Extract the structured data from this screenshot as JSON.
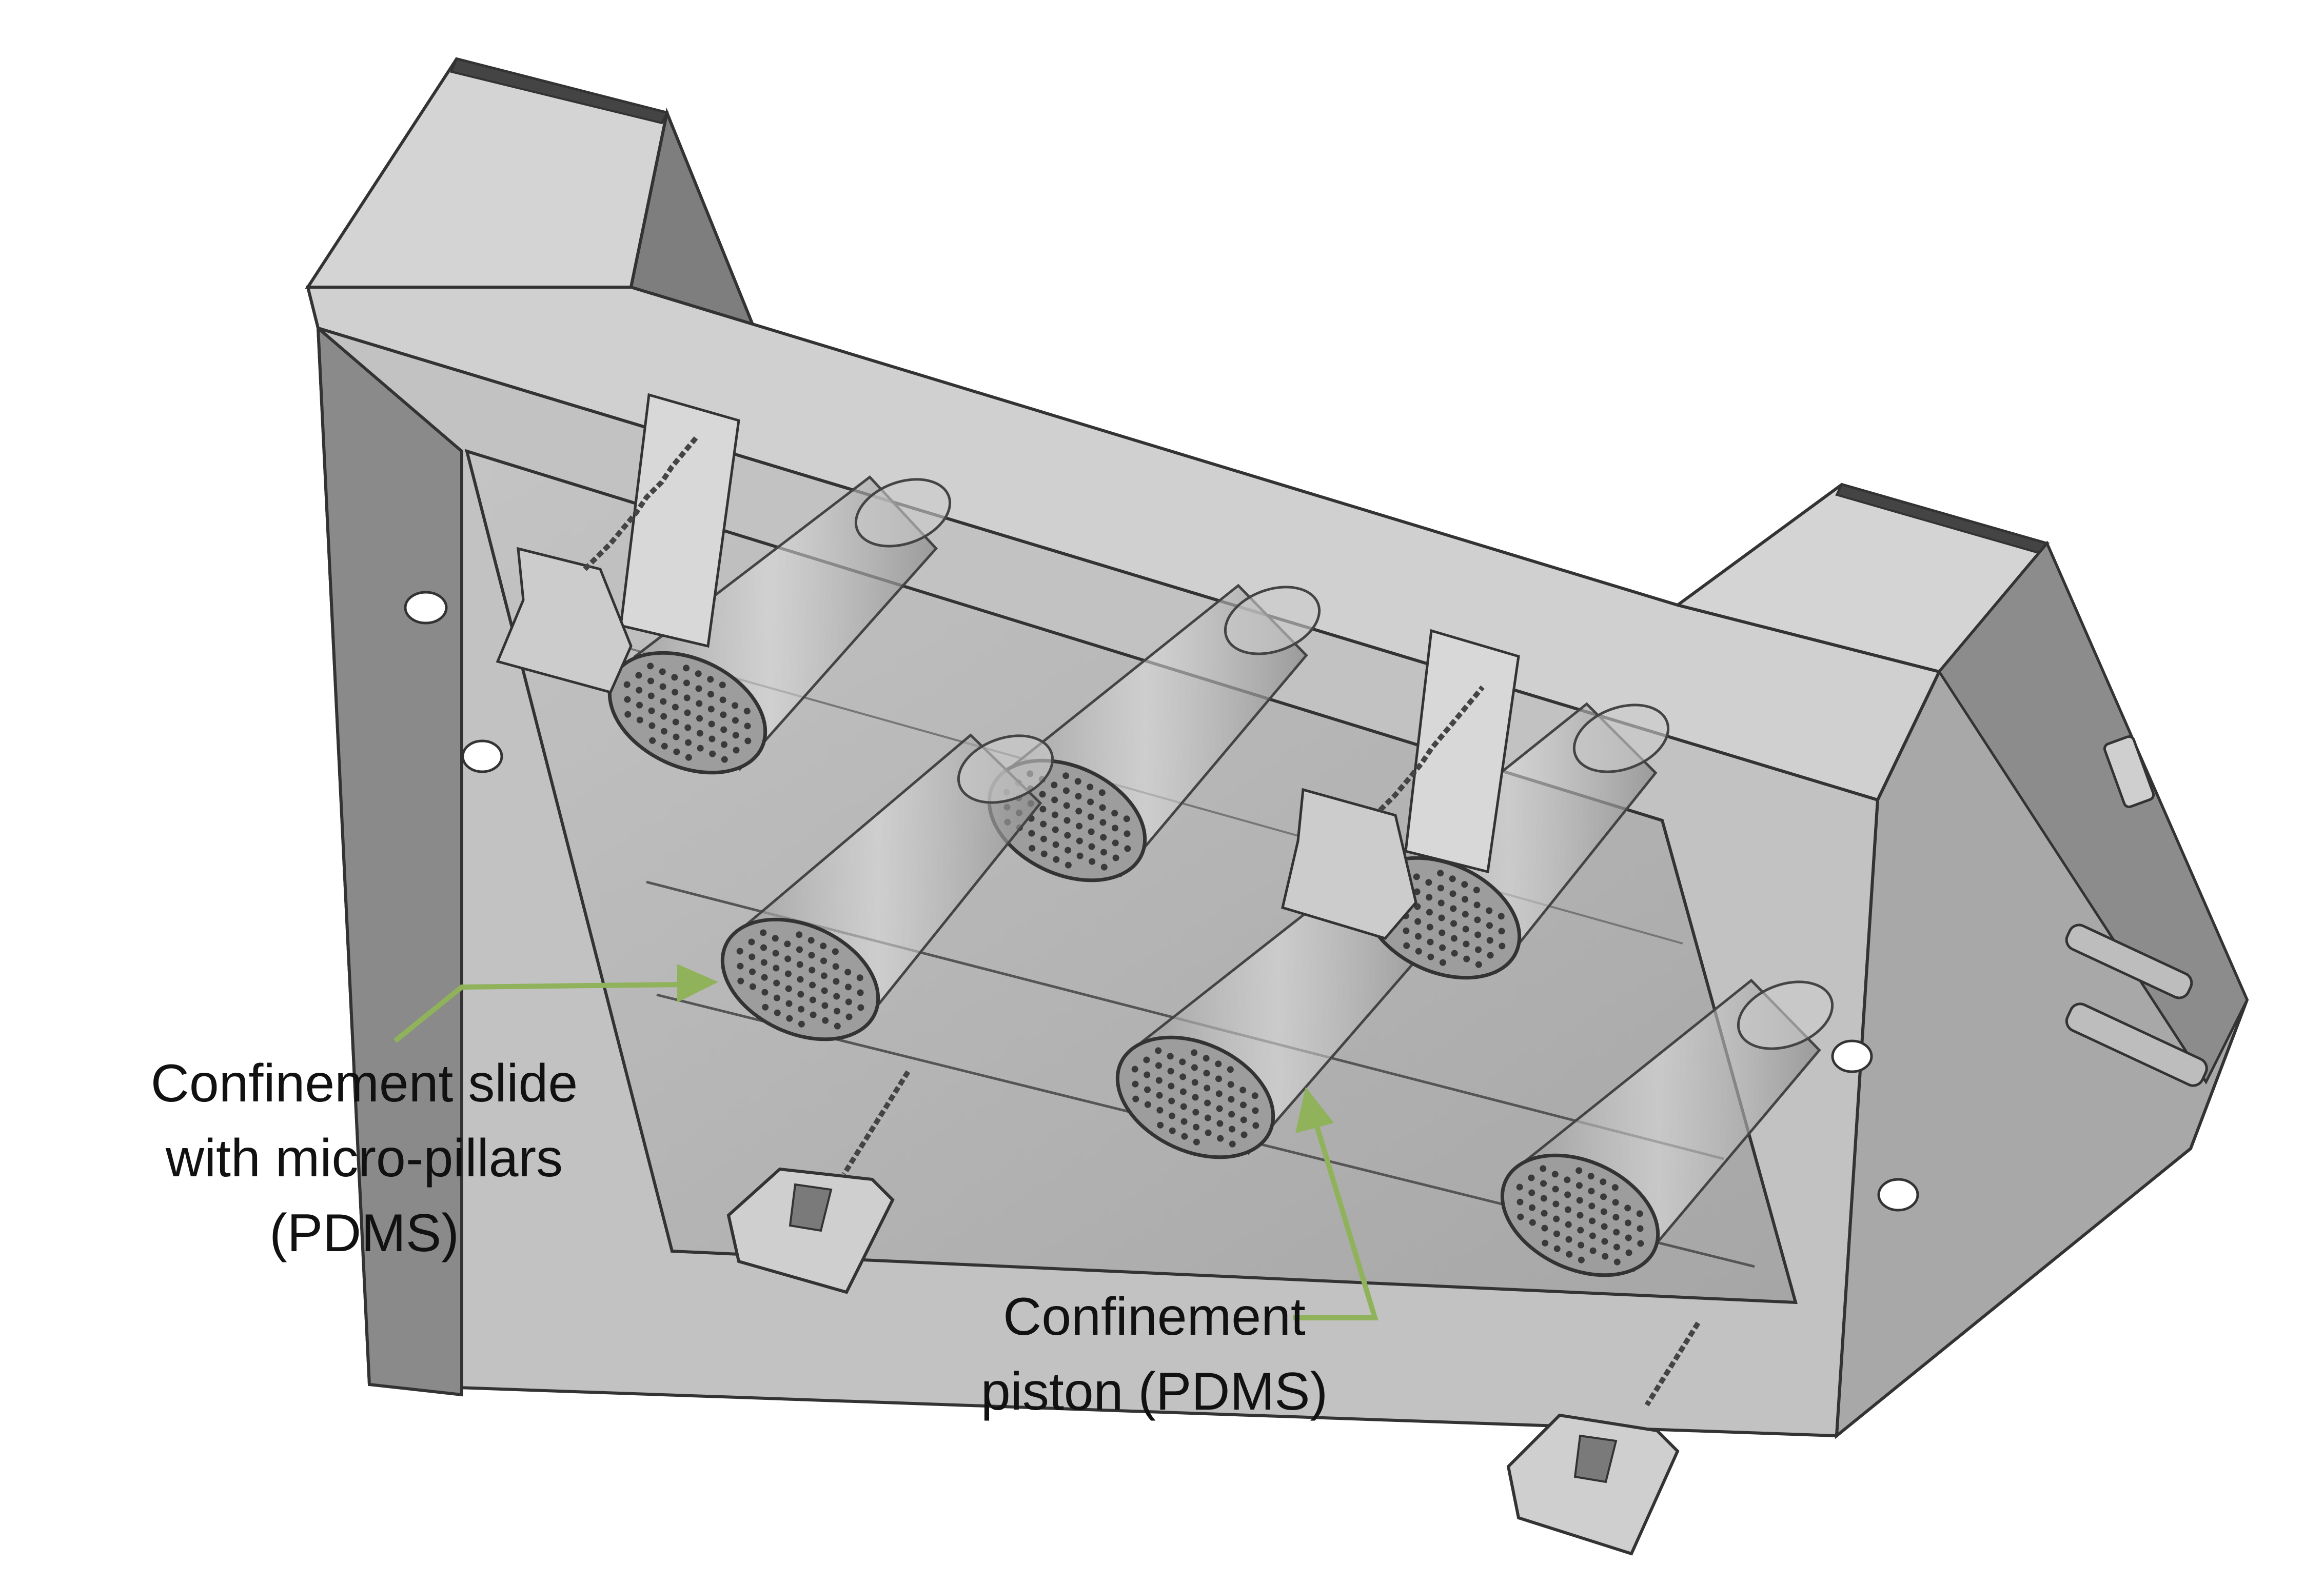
{
  "colors": {
    "background": "#ffffff",
    "housing_light": "#d2d2d2",
    "housing_mid": "#a3a3a3",
    "housing_dark": "#767676",
    "window": "#b9b9b9",
    "cone": "#cbcbcb",
    "slide": "#9d9d9d",
    "pillar_dot": "#3a3a3a",
    "edge": "#333333",
    "arrow": "#8fb25a",
    "text": "#111111"
  },
  "labels": {
    "slide": {
      "line1": "Confinement slide",
      "line2": "with micro-pillars",
      "line3": "(PDMS)"
    },
    "piston": {
      "line1": "Confinement",
      "line2": "piston (PDMS)"
    }
  },
  "icons": {
    "device": "confinement-device-icon",
    "spring": "spring-icon",
    "clip": "clip-icon",
    "pillar_slide": "micro-pillar-slide-icon",
    "connector": "connector-icon"
  }
}
